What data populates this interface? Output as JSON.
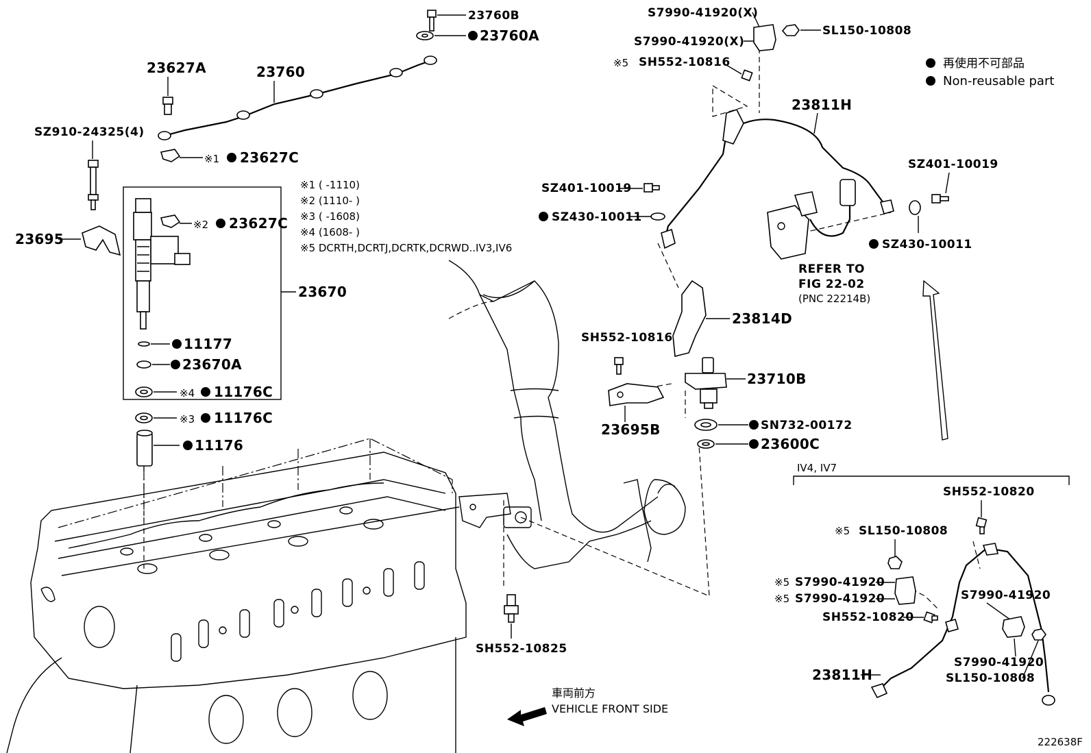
{
  "diagram_id": "222638F",
  "legend": {
    "jp": "再使用不可部品",
    "en": "Non-reusable part"
  },
  "front": {
    "jp": "車両前方",
    "en": "VEHICLE FRONT SIDE"
  },
  "refer": {
    "line1": "REFER TO",
    "line2": "FIG 22-02",
    "line3": "(PNC 22214B)"
  },
  "notes": [
    "※1 (      -1110)",
    "※2 (1110-       )",
    "※3 (      -1608)",
    "※4 (1608-       )",
    "※5 DCRTH,DCRTJ,DCRTK,DCRWD..IV3,IV6"
  ],
  "inset_title": "IV4, IV7",
  "labels": {
    "p23760B": "23760B",
    "p23760A": "23760A",
    "p23627A": "23627A",
    "p23760": "23760",
    "pSZ910": "SZ910-24325(4)",
    "p23627C1": "23627C",
    "m1": "※1",
    "p23695": "23695",
    "p23627C2": "23627C",
    "m2": "※2",
    "p23670": "23670",
    "p11177": "11177",
    "p23670A": "23670A",
    "p11176C_a": "11176C",
    "m4": "※4",
    "p11176C_b": "11176C",
    "m3": "※3",
    "p11176": "11176",
    "pS7990_1": "S7990-41920(X)",
    "pS7990_2": "S7990-41920(X)",
    "pSL150_top": "SL150-10808",
    "m5_top": "※5",
    "pSH552_10816_top": "SH552-10816",
    "p23811H_top": "23811H",
    "pSZ401_left": "SZ401-10019",
    "pSZ430_left": "SZ430-10011",
    "pSZ401_right": "SZ401-10019",
    "pSZ430_right": "SZ430-10011",
    "p23814D": "23814D",
    "pSH552_10816_mid": "SH552-10816",
    "p23710B": "23710B",
    "p23695B": "23695B",
    "pSN732": "SN732-00172",
    "p23600C": "23600C",
    "pSH552_10825": "SH552-10825",
    "pSH552_10820_a": "SH552-10820",
    "m5_sl150": "※5",
    "pSL150_inset": "SL150-10808",
    "m5_s79_a": "※5",
    "pS7990_in1": "S7990-41920",
    "m5_s79_b": "※5",
    "pS7990_in2": "S7990-41920",
    "pSH552_10820_b": "SH552-10820",
    "pS7990_in3": "S7990-41920",
    "pS7990_in4": "S7990-41920",
    "pSL150_in2": "SL150-10808",
    "p23811H_inset": "23811H"
  }
}
